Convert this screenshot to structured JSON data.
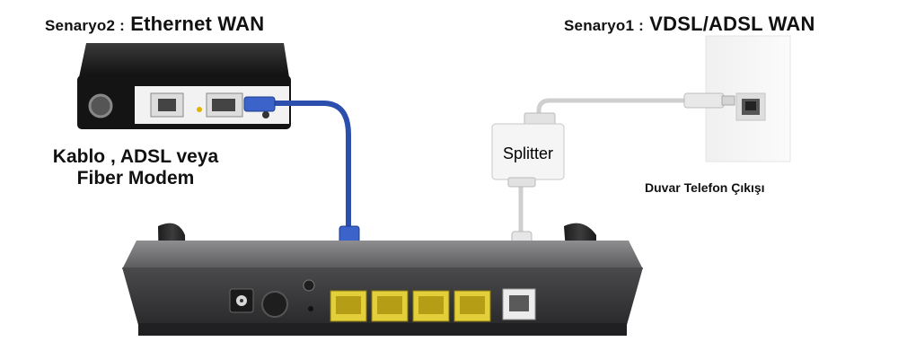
{
  "labels": {
    "scenario2_prefix": "Senaryo2 :",
    "scenario2_title": "Ethernet WAN",
    "scenario1_prefix": "Senaryo1 :",
    "scenario1_title": "VDSL/ADSL WAN",
    "modem_line1": "Kablo , ADSL veya",
    "modem_line2": "Fiber Modem",
    "splitter": "Splitter",
    "wall_outlet": "Duvar Telefon Çıkışı"
  },
  "colors": {
    "ethernet_cable": "#2c4fae",
    "phone_cable": "#c8c8c8",
    "router_body": "#3a3a3c",
    "lan_port": "#e3cf3a"
  }
}
